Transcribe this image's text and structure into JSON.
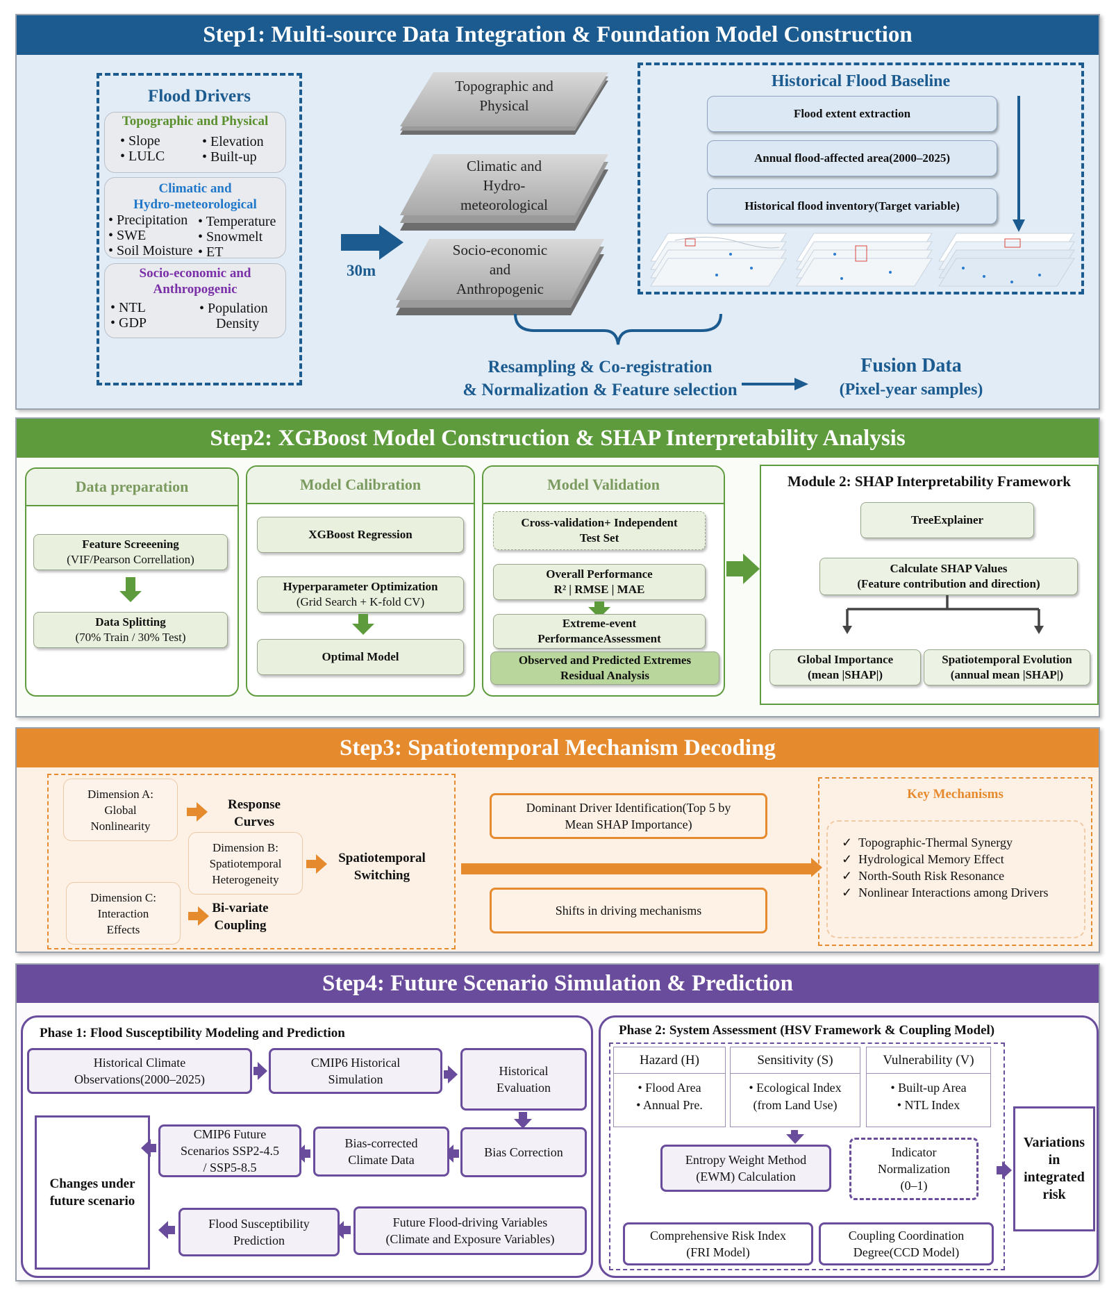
{
  "step1": {
    "title": "Step1: Multi-source Data Integration & Foundation Model Construction",
    "drivers": {
      "title": "Flood Drivers",
      "topo": {
        "title": "Topographic and Physical",
        "items": [
          "Slope",
          "LULC",
          "Elevation",
          "Built-up"
        ]
      },
      "climate": {
        "title_line1": "Climatic and",
        "title_line2": "Hydro-meteorological",
        "items": [
          "Precipitation",
          "SWE",
          "Soil Moisture",
          "Temperature",
          "Snowmelt",
          "ET"
        ]
      },
      "socio": {
        "title_line1": "Socio-economic and",
        "title_line2": "Anthropogenic",
        "items": [
          "NTL",
          "GDP",
          "Population",
          "Density"
        ]
      }
    },
    "resolution": "30m",
    "layers": [
      {
        "line1": "Topographic and",
        "line2": "Physical",
        "line3": ""
      },
      {
        "line1": "Climatic and",
        "line2": "Hydro-",
        "line3": "meteorological"
      },
      {
        "line1": "Socio-economic",
        "line2": "and",
        "line3": "Anthropogenic"
      }
    ],
    "baseline": {
      "title": "Historical Flood Baseline",
      "items": [
        "Flood extent extraction",
        "Annual flood-affected area(2000–2025)",
        "Historical flood inventory(Target variable)"
      ]
    },
    "processing_line1": "Resampling & Co-registration",
    "processing_line2": "& Normalization & Feature selection",
    "fusion_title": "Fusion Data",
    "fusion_sub": "(Pixel-year samples)"
  },
  "step2": {
    "title": "Step2: XGBoost Model Construction & SHAP Interpretability Analysis",
    "prep": {
      "title": "Data preparation",
      "box1_title": "Feature Screeening",
      "box1_sub": "(VIF/Pearson Correllation)",
      "box2_title": "Data Splitting",
      "box2_sub": "(70% Train / 30% Test)"
    },
    "calib": {
      "title": "Model Calibration",
      "box1": "XGBoost Regression",
      "box2_title": "Hyperparameter Optimization",
      "box2_sub": "(Grid Search + K-fold CV)",
      "box3": "Optimal Model"
    },
    "valid": {
      "title": "Model Validation",
      "box1_l1": "Cross-validation+ Independent",
      "box1_l2": "Test Set",
      "box2_l1": "Overall Performance",
      "box2_l2": "R² | RMSE | MAE",
      "box3_l1": "Extreme-event",
      "box3_l2": "PerformanceAssessment",
      "box4_l1": "Observed and Predicted Extremes",
      "box4_l2": "Residual Analysis"
    },
    "shap": {
      "title": "Module 2: SHAP Interpretability Framework",
      "tree": "TreeExplainer",
      "calc_l1": "Calculate SHAP Values",
      "calc_l2": "(Feature contribution and direction)",
      "global_l1": "Global Importance",
      "global_l2": "(mean |SHAP|)",
      "spatio_l1": "Spatiotemporal Evolution",
      "spatio_l2": "(annual mean |SHAP|)"
    }
  },
  "step3": {
    "title": "Step3: Spatiotemporal Mechanism Decoding",
    "dimA": {
      "l1": "Dimension A:",
      "l2": "Global",
      "l3": "Nonlinearity"
    },
    "dimB": {
      "l1": "Dimension B:",
      "l2": "Spatiotemporal",
      "l3": "Heterogeneity"
    },
    "dimC": {
      "l1": "Dimension C:",
      "l2": "Interaction",
      "l3": "Effects"
    },
    "outA": {
      "l1": "Response",
      "l2": "Curves"
    },
    "outB": {
      "l1": "Spatiotemporal",
      "l2": "Switching"
    },
    "outC": {
      "l1": "Bi-variate",
      "l2": "Coupling"
    },
    "dominant_l1": "Dominant Driver Identification(Top 5 by",
    "dominant_l2": "Mean SHAP Importance)",
    "shifts": "Shifts in driving mechanisms",
    "key_title": "Key Mechanisms",
    "key_items": [
      "Topographic-Thermal Synergy",
      "Hydrological Memory Effect",
      "North-South Risk Resonance",
      "Nonlinear Interactions among Drivers"
    ]
  },
  "step4": {
    "title": "Step4: Future Scenario Simulation & Prediction",
    "phase1": {
      "title": "Phase 1: Flood Susceptibility Modeling and Prediction",
      "hist_obs_l1": "Historical Climate",
      "hist_obs_l2": "Observations(2000–2025)",
      "cmip_hist_l1": "CMIP6 Historical",
      "cmip_hist_l2": "Simulation",
      "hist_eval_l1": "Historical",
      "hist_eval_l2": "Evaluation",
      "bias_corr": "Bias Correction",
      "bias_data_l1": "Bias-corrected",
      "bias_data_l2": "Climate Data",
      "cmip_future_l1": "CMIP6 Future",
      "cmip_future_l2": "Scenarios SSP2-4.5",
      "cmip_future_l3": "/ SSP5-8.5",
      "changes_l1": "Changes under",
      "changes_l2": "future scenario",
      "future_vars_l1": "Future Flood-driving Variables",
      "future_vars_l2": "(Climate and Exposure Variables)",
      "flood_pred_l1": "Flood Susceptibility",
      "flood_pred_l2": "Prediction"
    },
    "phase2": {
      "title": "Phase 2: System Assessment (HSV Framework & Coupling Model)",
      "hazard_head": "Hazard (H)",
      "hazard_l1": "• Flood Area",
      "hazard_l2": "• Annual Pre.",
      "sens_head": "Sensitivity (S)",
      "sens_l1": "• Ecological Index",
      "sens_l2": "(from Land Use)",
      "vuln_head": "Vulnerability (V)",
      "vuln_l1": "• Built-up Area",
      "vuln_l2": "• NTL Index",
      "ewm_l1": "Entropy Weight Method",
      "ewm_l2": "(EWM) Calculation",
      "norm_l1": "Indicator",
      "norm_l2": "Normalization",
      "norm_l3": "(0–1)",
      "fri_l1": "Comprehensive Risk Index",
      "fri_l2": "(FRI Model)",
      "ccd_l1": "Coupling Coordination",
      "ccd_l2": "Degree(CCD Model)",
      "risk_l1": "Variations",
      "risk_l2": "in",
      "risk_l3": "integrated",
      "risk_l4": "risk"
    }
  },
  "colors": {
    "step1": "#1c5b8f",
    "step2": "#5e9b3c",
    "step3": "#e68a2e",
    "step4": "#6a4c9c",
    "topo_green": "#5a8f2e",
    "climate_blue": "#1f77c9",
    "socio_purple": "#7a2fa8"
  }
}
